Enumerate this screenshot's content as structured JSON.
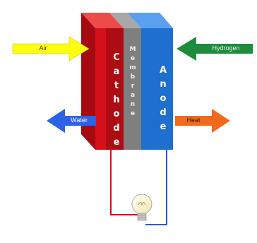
{
  "layers": {
    "cathode": {
      "label": "Cathode",
      "color": "#d4101a"
    },
    "membrane": {
      "label": "Membrane",
      "color": "#7f7f7f"
    },
    "anode": {
      "label": "Anode",
      "color": "#1f6fd1"
    }
  },
  "arrows": {
    "air": {
      "label": "Air",
      "color": "#ffff10",
      "text_color": "#333333"
    },
    "water": {
      "label": "Water",
      "color": "#2b62e8",
      "text_color": "#ffffff"
    },
    "hydrogen": {
      "label": "Hydrogen",
      "color": "#1e8c3c",
      "text_color": "#e8f5e8"
    },
    "heat": {
      "label": "Heat",
      "color": "#f26a1b",
      "text_color": "#3a1a00"
    }
  },
  "circuit": {
    "wire_red": "#d4101a",
    "wire_blue": "#2b5ad8",
    "bulb_icon": "light-bulb-icon"
  }
}
